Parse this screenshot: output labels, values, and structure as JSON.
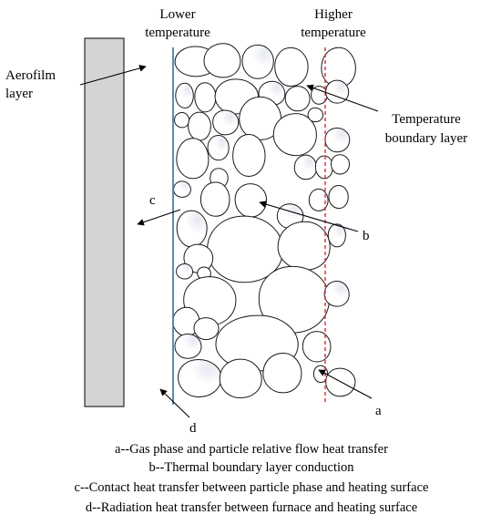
{
  "labels": {
    "lower_temperature": [
      "Lower",
      "temperature"
    ],
    "higher_temperature": [
      "Higher",
      "temperature"
    ],
    "aerofilm_layer": [
      "Aerofilm",
      "layer"
    ],
    "temperature_boundary_layer": [
      "Temperature",
      "boundary layer"
    ],
    "a": "a",
    "b": "b",
    "c": "c",
    "d": "d"
  },
  "captions": [
    "a--Gas phase and particle relative flow heat transfer",
    "b--Thermal boundary layer conduction",
    "c--Contact heat transfer between particle phase and heating surface",
    "d--Radiation heat transfer between furnace and heating surface"
  ],
  "colors": {
    "wall_fill": "#d4d4d4",
    "heating_surface_line": "#4a7fa8",
    "boundary_dash": "#d03030",
    "particle_stroke": "#1a1a1a"
  }
}
